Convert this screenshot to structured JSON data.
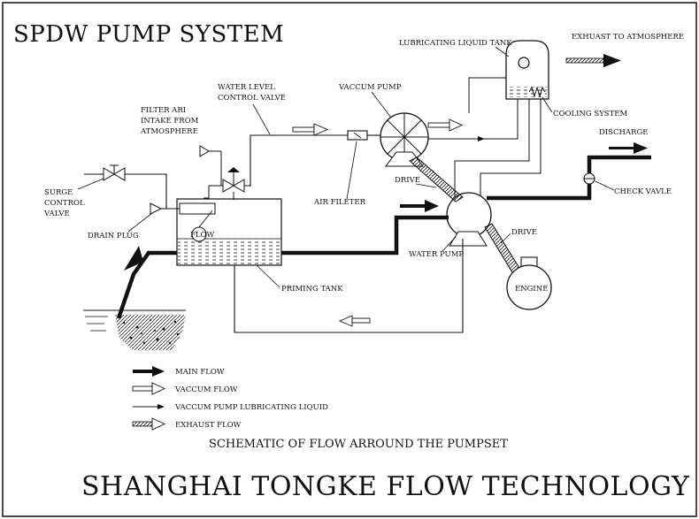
{
  "title": "SPDW PUMP SYSTEM",
  "caption": "SCHEMATIC OF FLOW ARROUND THE PUMPSET",
  "company": "SHANGHAI TONGKE FLOW TECHNOLOGY CO.,LTD",
  "labels": {
    "lubricating_tank": "LUBRICATING LIQUID TANK",
    "exhaust": "EXHUAST TO ATMOSPHERE",
    "vaccum_pump": "VACCUM PUMP",
    "cooling_system": "COOLING SYSTEM",
    "discharge": "DISCHARGE",
    "check_valve": "CHECK VAVLE",
    "water_level_1": "WATER LEVEL",
    "water_level_2": "CONTROL VALVE",
    "filter_1": "FILTER ARI",
    "filter_2": "INTAKE FROM",
    "filter_3": "ATMOSPHERE",
    "air_filter": "AIR FILETER",
    "drive_upper": "DRIVE",
    "drive_lower": "DRIVE",
    "surge_1": "SURGE",
    "surge_2": "CONTROL",
    "surge_3": "VALVE",
    "drain_plug": "DRAIN PLUG",
    "flow": "FLOW",
    "water_pump": "WATER PUMP",
    "engine": "ENGINE",
    "priming_tank": "PRIMING TANK"
  },
  "legend": [
    {
      "label": "MAIN FLOW"
    },
    {
      "label": "VACCUM FLOW"
    },
    {
      "label": "VACCUM PUMP LUBRICATING LIQUID"
    },
    {
      "label": "EXHAUST FLOW"
    }
  ]
}
